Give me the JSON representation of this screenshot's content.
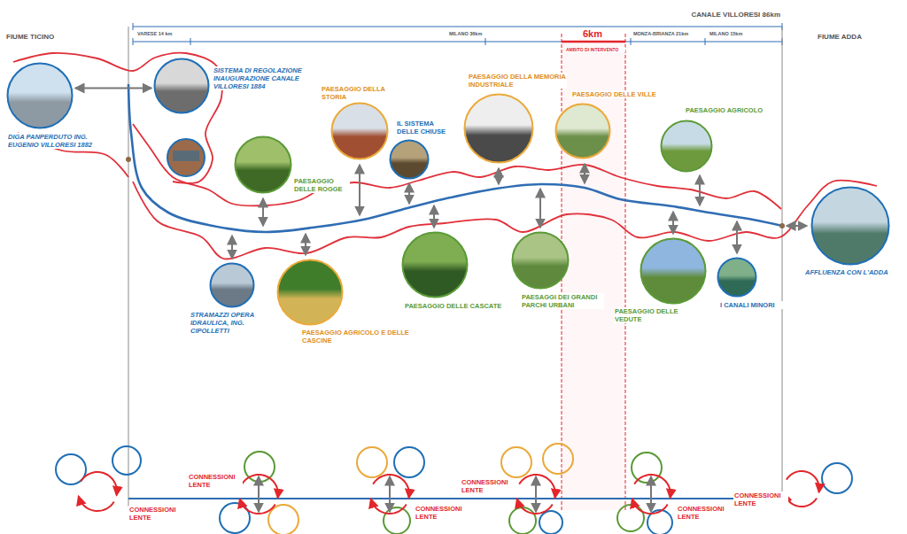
{
  "diagram": {
    "nodes": [
      {
        "text": [
          "DIGA PANPERDUTO ING. EUGENIO VILLORESI 1882"
        ]
      },
      {
        "text": [
          "SISTEMA DI REGOLAZIONE INAUGURAZIONE CANALE VILLORESI 1884"
        ]
      },
      {
        "text": [
          "PAESAGGIO DELLE ROGGE"
        ]
      },
      {
        "text": [
          "STRAMAZZI OPERA IDRAULICA, ING. CIPOLLETTI"
        ]
      },
      {
        "text": [
          "PAESAGGIO AGRICOLO E DELLE CASCINE"
        ]
      },
      {
        "text": [
          "PAESAGGIO DELLA STORIA"
        ]
      },
      {
        "text": [
          "IL SISTEMA DELLE CHIUSE"
        ]
      },
      {
        "text": [
          "PAESAGGIO DELLE CASCATE"
        ]
      },
      {
        "text": [
          "PAESAGGIO DELLA MEMORIA INDUSTRIALE"
        ]
      },
      {
        "text": [
          "PAESAGGI DEI GRANDI PARCHI URBANI"
        ]
      },
      {
        "text": [
          "PAESAGGIO DELLE VILLE"
        ]
      },
      {
        "text": [
          "PAESAGGIO AGRICOLO"
        ]
      },
      {
        "text": [
          "PAESAGGIO DELLE VEDUTE"
        ]
      },
      {
        "text": [
          "I CANALI MINORI"
        ]
      },
      {
        "text": [
          "AFFLUENZA CON L'ADDA"
        ]
      }
    ],
    "edges": [
      {
        "from": 0,
        "to": 1,
        "arrow": "both"
      }
    ],
    "labels": [
      "CANALE VILLORESI 86km",
      "FIUME TICINO",
      "FIUME ADDA",
      "VARESE 14 km",
      "MILANO 36km",
      "6km",
      "AMBITO DI INTERVENTO",
      "MONZA-BRIANZA 21km",
      "MILANO 15km",
      "CONNESSIONI LENTE",
      "CONNESSIONI LENTE",
      "CONNESSIONI LENTE",
      "CONNESSIONI LENTE",
      "CONNESSIONI LENTE",
      "CONNESSIONI LENTE"
    ]
  }
}
